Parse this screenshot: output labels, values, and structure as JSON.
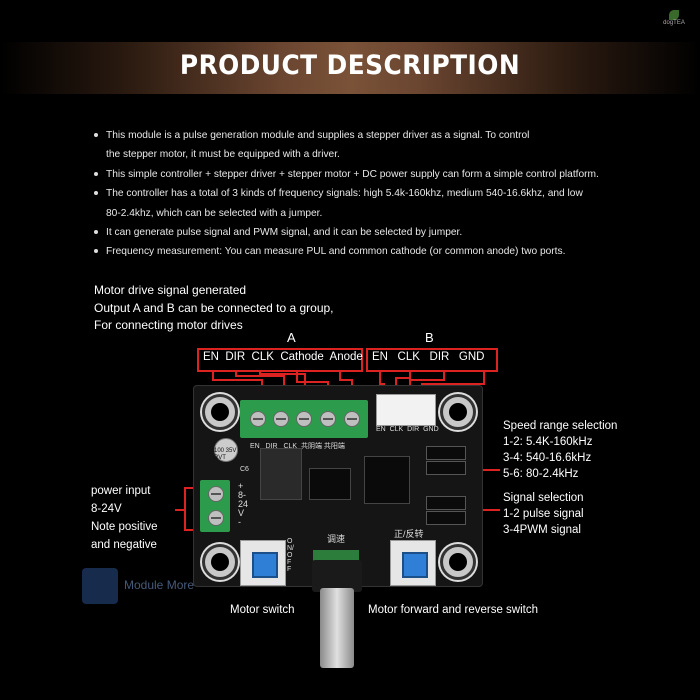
{
  "banner": {
    "title": "PRODUCT DESCRIPTION"
  },
  "logo": {
    "text": "dogTEA"
  },
  "bullets": [
    [
      "This module is a pulse generation module and supplies a stepper driver as a signal. To control",
      "the stepper motor, it must be equipped with a driver."
    ],
    [
      "This simple controller + stepper driver + stepper motor + DC power supply can form a simple control platform."
    ],
    [
      "The controller has a total of 3 kinds of frequency signals: high 5.4k-160khz, medium 540-16.6khz, and low",
      "80-2.4khz, which can be selected with a jumper."
    ],
    [
      "It can generate pulse signal and PWM signal, and it can be selected by jumper."
    ],
    [
      "Frequency measurement: You can measure PUL and common cathode (or common anode) two ports."
    ]
  ],
  "motor_intro": [
    "Motor drive signal generated",
    "Output A and B can be connected to a group,",
    "For connecting motor drives"
  ],
  "group_a": {
    "label": "A",
    "pins": "EN  DIR  CLK  Cathode  Anode"
  },
  "group_b": {
    "label": "B",
    "pins": "EN   CLK   DIR   GND"
  },
  "speed": {
    "title": "Speed range selection",
    "lines": [
      "1-2: 5.4K-160kHz",
      "3-4: 540-16.6kHz",
      "5-6: 80-2.4kHz"
    ]
  },
  "signal": {
    "title": "Signal selection",
    "lines": [
      "1-2 pulse signal",
      "3-4PWM signal"
    ]
  },
  "power": {
    "lines": [
      "power input",
      "8-24V",
      "Note positive",
      "and negative"
    ]
  },
  "motor_switch": "Motor switch",
  "forward_reverse": "Motor forward and reverse switch",
  "board_silk": {
    "a_pins": "EN   DIR   CLK  共阴端 共阳端",
    "b_pins": "EN  CLK  DIR  GND",
    "power": "+ 8-24V -",
    "onoff": "ON/OFF",
    "speed": "调速",
    "dir": "正/反转",
    "cap": "100 35V RVT",
    "c6": "C6"
  },
  "watermark": {
    "text": "Module More"
  },
  "colors": {
    "accent_red": "#dd2222",
    "banner_brown": "#7a5238",
    "terminal_green": "#2c9c4c",
    "switch_blue": "#2f7fd6"
  }
}
